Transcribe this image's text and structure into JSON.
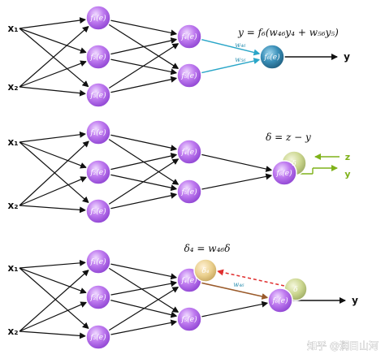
{
  "inputs": [
    "x₁",
    "x₂"
  ],
  "hidden_layer1": [
    "f₁(e)",
    "f₂(e)",
    "f₃(e)"
  ],
  "hidden_layer2": [
    "f₄(e)",
    "f₅(e)"
  ],
  "output_node": "f₆(e)",
  "output_label": "y",
  "panel1": {
    "formula": "y = f₆(w₄₆y₄ + w₅₆y₅)",
    "weights": [
      "w₄₆",
      "w₅₆"
    ]
  },
  "panel2": {
    "formula": "δ = z − y",
    "delta_node": "δ",
    "z_label": "z",
    "y_label": "y"
  },
  "panel3": {
    "formula": "δ₄ = w₄₆δ",
    "delta4_node": "δ₄",
    "delta_node": "δ",
    "weight": "w₄₆"
  },
  "watermark": "知乎 @润目山河",
  "colors": {
    "neuron_purple": "#b56ee8",
    "output_blue": "#2f7fa8",
    "delta_green": "#c7d38a",
    "delta4_orange": "#e8c98a",
    "accent_cyan": "#2aa6c8",
    "accent_lime": "#7fb21a",
    "backprop_red": "#e03030",
    "weight_brown": "#9a5a2a"
  }
}
